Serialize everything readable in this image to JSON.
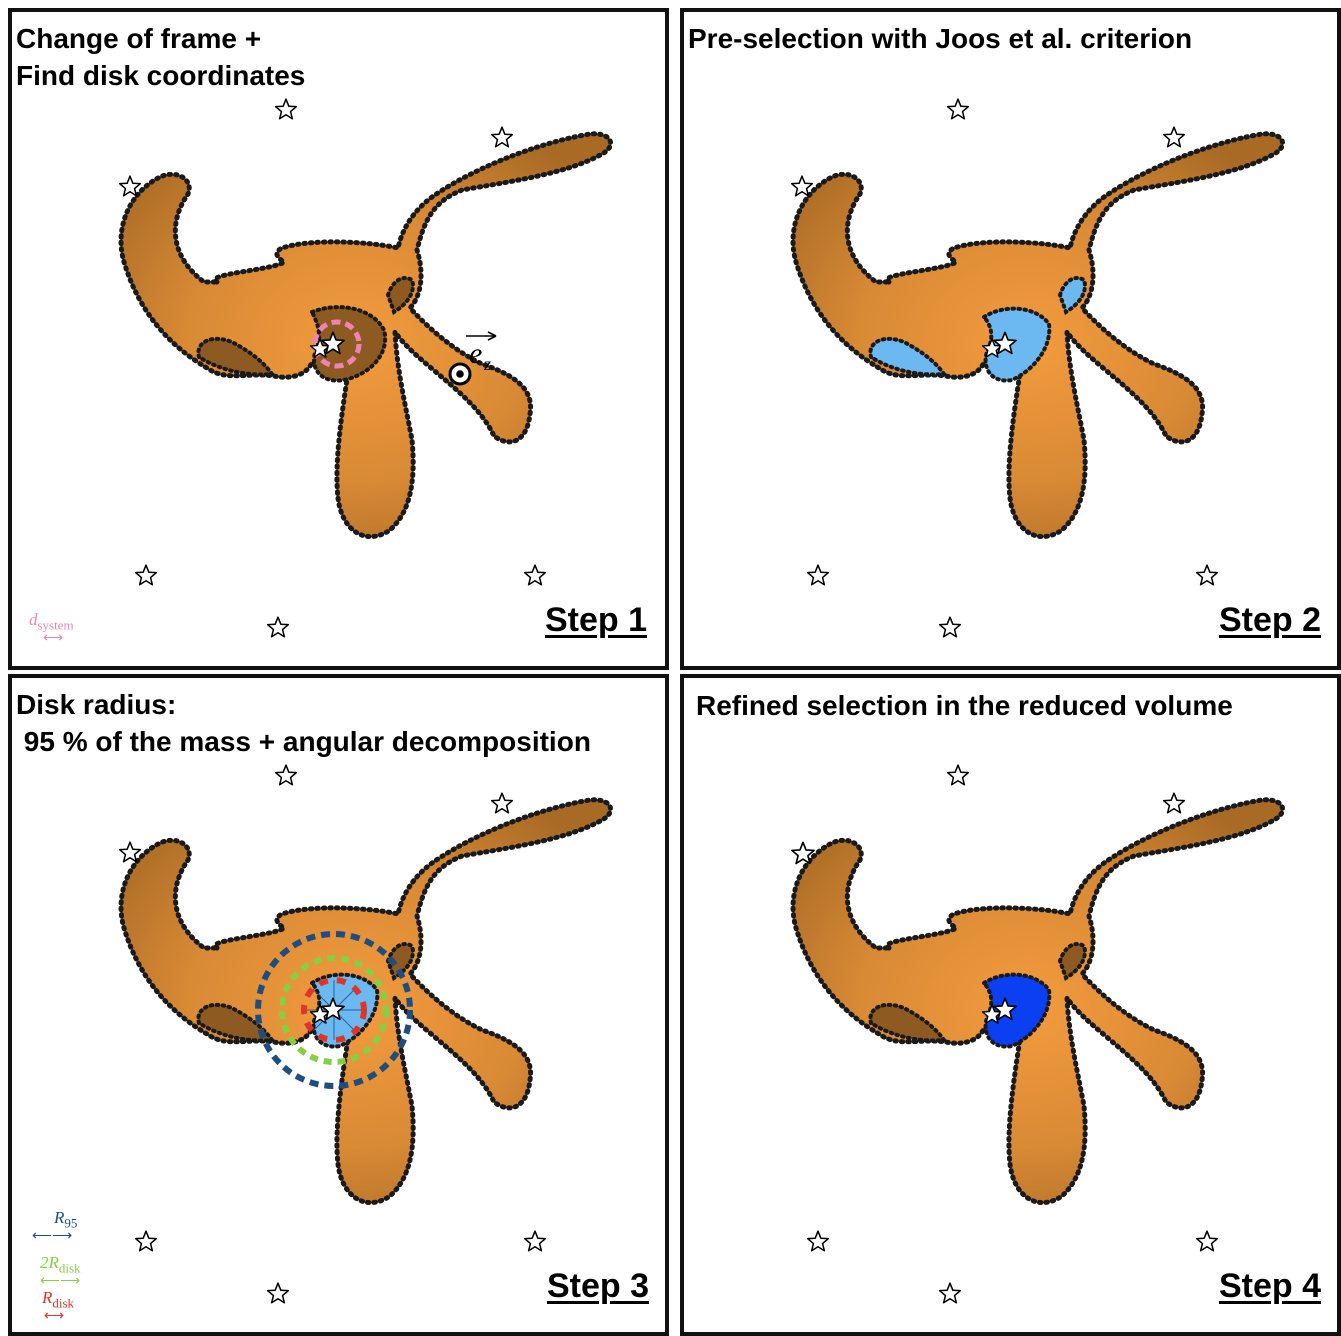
{
  "colors": {
    "gas": "#d98a35",
    "gas_dark": "#8d5a22",
    "preselect": "#6cb8f0",
    "refined": "#0a3ff2",
    "d_system": "#ee84b4",
    "r95": "#1e4d80",
    "two_r_disk": "#84cf42",
    "r_disk": "#e03426"
  },
  "panels": [
    {
      "title_lines": [
        "Change of frame +",
        "Find disk coordinates"
      ],
      "step": "Step 1",
      "ez_label": "e",
      "ez_sub": "z",
      "legend": [
        {
          "sym": "d",
          "sub": "system",
          "color": "#ee84b4"
        }
      ]
    },
    {
      "title_lines": [
        "Pre-selection with Joos et al. criterion"
      ],
      "step": "Step 2"
    },
    {
      "title_lines": [
        "Disk radius:",
        " 95 % of the mass + angular decomposition"
      ],
      "step": "Step 3",
      "legend": [
        {
          "sym": "R",
          "sub": "95",
          "color": "#1e4d80"
        },
        {
          "sym": "2R",
          "sub": "disk",
          "color": "#84cf42"
        },
        {
          "sym": "R",
          "sub": "disk",
          "color": "#e03426"
        }
      ]
    },
    {
      "title_lines": [
        "Refined selection in the reduced volume"
      ],
      "step": "Step 4"
    }
  ]
}
